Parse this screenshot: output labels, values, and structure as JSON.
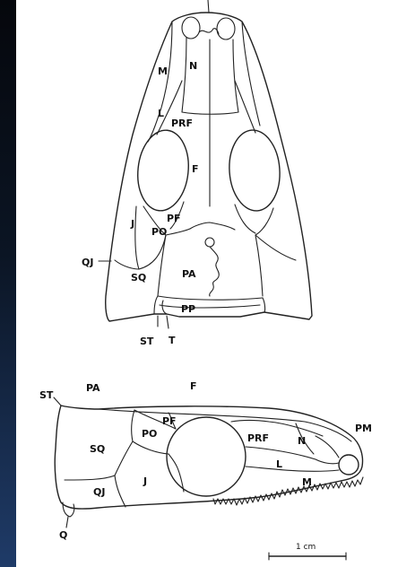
{
  "dorsal_view": {
    "labels": {
      "N": "N",
      "M": "M",
      "L": "L",
      "PRF": "PRF",
      "F": "F",
      "PF": "PF",
      "PO": "PO",
      "J": "J",
      "QJ": "QJ",
      "SQ": "SQ",
      "PA": "PA",
      "PP": "PP",
      "ST": "ST",
      "T": "T"
    }
  },
  "lateral_view": {
    "labels": {
      "ST": "ST",
      "PA": "PA",
      "F": "F",
      "PF": "PF",
      "PO": "PO",
      "SQ": "SQ",
      "J": "J",
      "QJ": "QJ",
      "Q": "Q",
      "PRF": "PRF",
      "N": "N",
      "L": "L",
      "M": "M",
      "PM": "PM"
    }
  },
  "scale_bar": {
    "label": "1 cm"
  },
  "colors": {
    "background": "#000000",
    "frame_gradient_bottom": "#1f3b68",
    "paper": "#ffffff",
    "ink": "#111111"
  }
}
